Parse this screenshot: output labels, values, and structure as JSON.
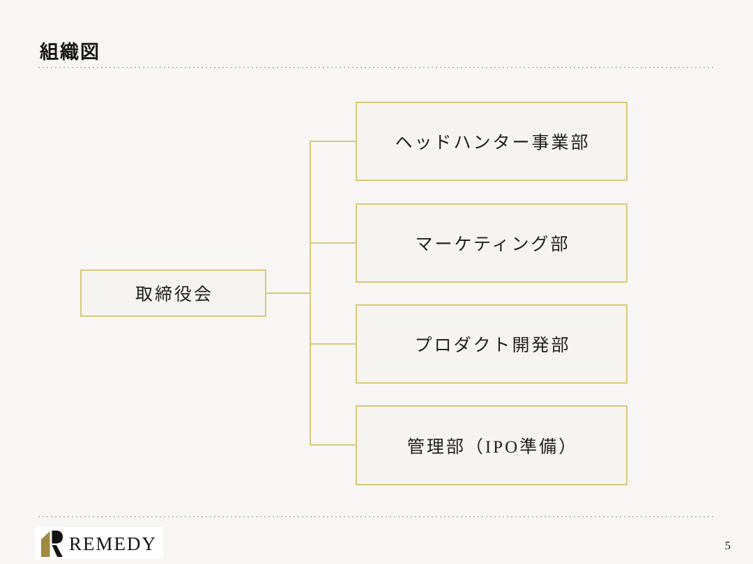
{
  "slide": {
    "title": "組織図",
    "page_number": "5"
  },
  "org_chart": {
    "type": "tree",
    "root": {
      "label": "取締役会"
    },
    "departments": [
      {
        "label": "ヘッドハンター事業部"
      },
      {
        "label": "マーケティング部"
      },
      {
        "label": "プロダクト開発部"
      },
      {
        "label": "管理部（IPO準備）"
      }
    ]
  },
  "footer": {
    "logo": {
      "brand_text": "REMEDY",
      "mark_icon": "remedy-r-monogram"
    }
  },
  "colors": {
    "background": "#f7f6f4",
    "box_fill": "#f5f4f1",
    "accent_gold": "#d7c877",
    "logo_gold": "#a18a41",
    "dotted_rule": "#c6bda8",
    "text": "#1f1f1f"
  }
}
